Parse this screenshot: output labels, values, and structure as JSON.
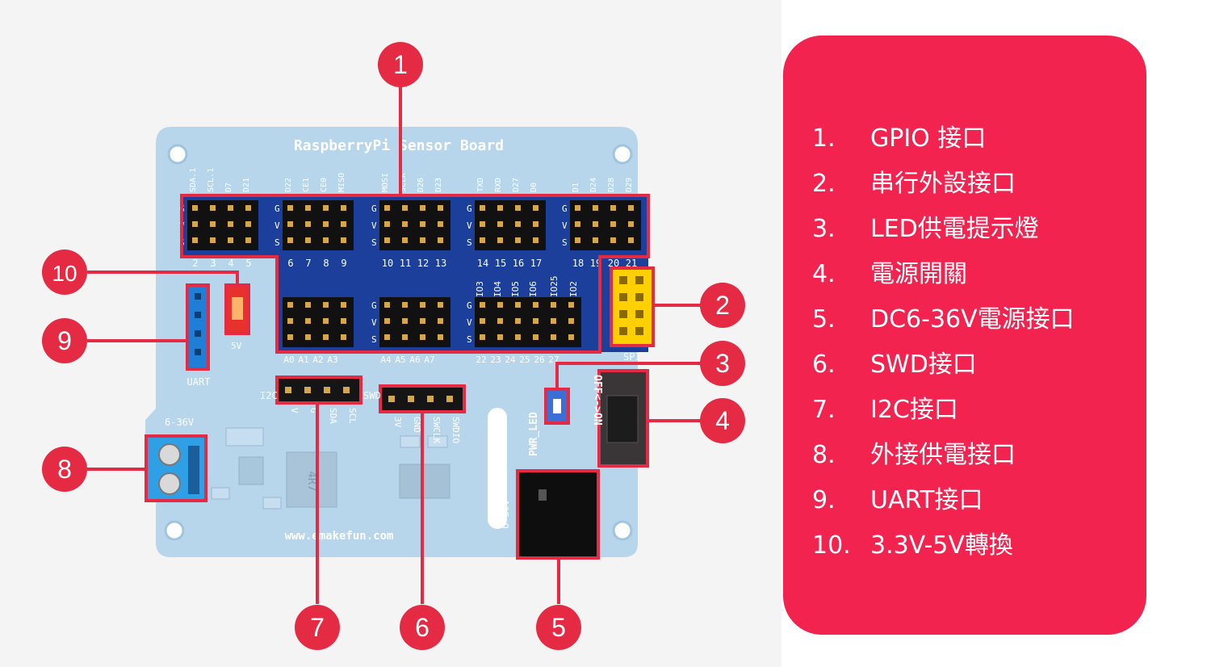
{
  "board": {
    "title": "RaspberryPi Sensor Board",
    "website": "www.emakefun.com",
    "colors": {
      "board": "#b7d6ec",
      "highlight": "#e52a43",
      "pcb": "#1b3f9a",
      "callout": "#e52a43",
      "legend_bg": "#f2234f"
    },
    "header_top_labels": [
      "SDA.1",
      "SCL.1",
      "D7",
      "D21",
      "D22",
      "CE1",
      "CE0",
      "MISO",
      "MOSI",
      "SCLK",
      "D26",
      "D23",
      "TXD",
      "RXD",
      "D27",
      "D0",
      "D1",
      "D24",
      "D28",
      "D29"
    ],
    "header_top_numbers": [
      "2",
      "3",
      "4",
      "5",
      "6",
      "7",
      "8",
      "9",
      "10",
      "11",
      "12",
      "13",
      "14",
      "15",
      "16",
      "17",
      "18",
      "19",
      "20",
      "21"
    ],
    "header_mid_labels": [
      "IO3",
      "IO4",
      "IO5",
      "IO6",
      "IO25",
      "IO2"
    ],
    "header_bottom_numbers": [
      "A0",
      "A1",
      "A2",
      "A3",
      "A4",
      "A5",
      "A6",
      "A7",
      "22",
      "23",
      "24",
      "25",
      "26",
      "27"
    ],
    "gvs": [
      "G",
      "V",
      "S"
    ],
    "silk": {
      "uart": "UART",
      "power_in": "6-36V",
      "i2c": "I2C",
      "swd": "SWD",
      "i2c_pins": [
        "V",
        "G",
        "SDA",
        "SCL"
      ],
      "swd_pins": [
        "3V",
        "GND",
        "SWCLK",
        "SWDIO"
      ],
      "pwr_led": "PWR_LED",
      "switch": "OFF<->ON",
      "spi": "SPI",
      "dc_jack": "6-36V",
      "inductor": "4R7",
      "jumper_5v": "5V"
    },
    "callout_numbers": [
      "1",
      "2",
      "3",
      "4",
      "5",
      "6",
      "7",
      "8",
      "9",
      "10"
    ]
  },
  "legend": {
    "items": [
      {
        "num": "1.",
        "text": "GPIO 接口"
      },
      {
        "num": "2.",
        "text": "串行外設接口"
      },
      {
        "num": "3.",
        "text": "LED供電提示燈"
      },
      {
        "num": "4.",
        "text": "電源開關"
      },
      {
        "num": "5.",
        "text": "DC6-36V電源接口"
      },
      {
        "num": "6.",
        "text": "SWD接口"
      },
      {
        "num": "7.",
        "text": "I2C接口"
      },
      {
        "num": "8.",
        "text": "外接供電接口"
      },
      {
        "num": "9.",
        "text": "UART接口"
      },
      {
        "num": "10.",
        "text": "3.3V-5V轉換"
      }
    ]
  }
}
